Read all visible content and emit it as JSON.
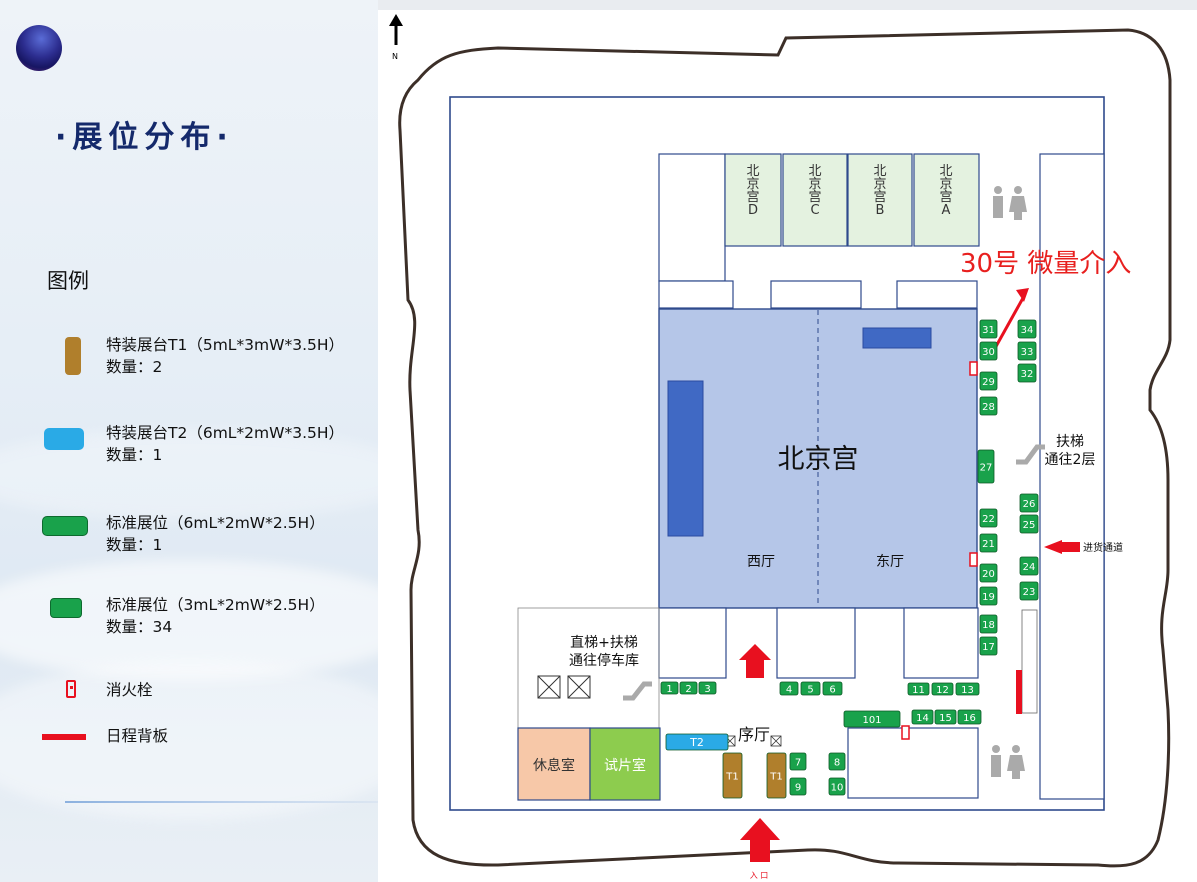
{
  "header": {
    "title": "·展位分布·"
  },
  "legend": {
    "title": "图例",
    "items": [
      {
        "label": "特装展台T1（5mL*3mW*3.5H）",
        "count": "数量：2",
        "color": "#b07f2c"
      },
      {
        "label": "特装展台T2（6mL*2mW*3.5H）",
        "count": "数量：1",
        "color": "#2aaae6"
      },
      {
        "label": "标准展位（6mL*2mW*2.5H）",
        "count": "数量：1",
        "color": "#19a24b"
      },
      {
        "label": "标准展位（3mL*2mW*2.5H）",
        "count": "数量：34",
        "color": "#19a24b"
      },
      {
        "label": "消火栓",
        "color": "#e8101f"
      },
      {
        "label": "日程背板",
        "color": "#e8101f"
      }
    ]
  },
  "map": {
    "north": "N",
    "main_hall": "北京宫",
    "west_hall": "西厅",
    "east_hall": "东厅",
    "rooms_top": [
      {
        "name": "北\n京\n宫\nD"
      },
      {
        "name": "北\n京\n宫\nC"
      },
      {
        "name": "北\n京\n宫\nB"
      },
      {
        "name": "北\n京\n宫\nA"
      }
    ],
    "annotation": "30号 微量介入",
    "escalator_up": "扶梯\n通往2层",
    "loading": "进货通道",
    "elevator": "直梯+扶梯\n通往停车库",
    "foyer": "序厅",
    "lounge": "休息室",
    "tasting": "试片室",
    "entrance": "入  口",
    "booths": [
      "1",
      "2",
      "3",
      "4",
      "5",
      "6",
      "7",
      "8",
      "9",
      "10",
      "11",
      "12",
      "13",
      "14",
      "15",
      "16",
      "17",
      "18",
      "19",
      "20",
      "21",
      "22",
      "23",
      "24",
      "25",
      "26",
      "27",
      "28",
      "29",
      "30",
      "31",
      "32",
      "33",
      "34",
      "101"
    ],
    "t1": "T1",
    "t2": "T2"
  }
}
